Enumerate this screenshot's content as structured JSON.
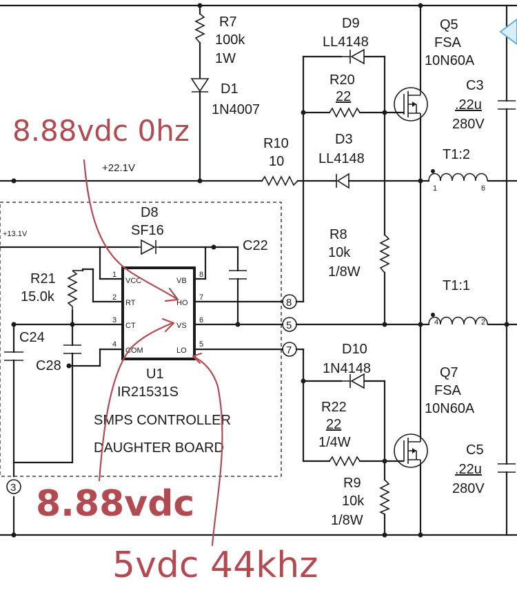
{
  "colors": {
    "wire": "#1a1a1a",
    "annotation": "#b24a52",
    "accent": "#5bb0e0"
  },
  "components": {
    "r7": [
      "R7",
      "100k",
      "1W"
    ],
    "d1": [
      "D1",
      "1N4007"
    ],
    "d9": [
      "D9",
      "LL4148"
    ],
    "r20": [
      "R20",
      "22"
    ],
    "q5": [
      "Q5",
      "FSA",
      "10N60A"
    ],
    "c3": [
      "C3",
      ".22u",
      "280V"
    ],
    "r10": [
      "R10",
      "10"
    ],
    "d3": [
      "D3",
      "LL4148"
    ],
    "t12": "T1:2",
    "t11": "T1:1",
    "r8": [
      "R8",
      "10k",
      "1/8W"
    ],
    "d8": [
      "D8",
      "SF16"
    ],
    "c22": "C22",
    "r21": [
      "R21",
      "15.0k"
    ],
    "c24": "C24",
    "c28": "C28",
    "u1": [
      "U1",
      "IR21531S"
    ],
    "daughter": [
      "SMPS CONTROLLER",
      "DAUGHTER BOARD"
    ],
    "d10": [
      "D10",
      "1N4148"
    ],
    "r22": [
      "R22",
      "22",
      "1/4W"
    ],
    "q7": [
      "Q7",
      "FSA",
      "10N60A"
    ],
    "c5": [
      "C5",
      ".22u",
      "280V"
    ],
    "r9": [
      "R9",
      "10k",
      "1/8W"
    ]
  },
  "nets": {
    "v221": "+22.1V",
    "v131": "+13.1V"
  },
  "ic_pins": {
    "left": [
      {
        "num": "1",
        "name": "VCC"
      },
      {
        "num": "2",
        "name": "RT"
      },
      {
        "num": "3",
        "name": "CT"
      },
      {
        "num": "4",
        "name": "COM"
      }
    ],
    "right": [
      {
        "num": "8",
        "name": "VB"
      },
      {
        "num": "7",
        "name": "HO"
      },
      {
        "num": "6",
        "name": "VS"
      },
      {
        "num": "5",
        "name": "LO"
      }
    ]
  },
  "connectors": [
    "8",
    "5",
    "7",
    "3"
  ],
  "transformer_pins": {
    "t12": [
      "1",
      "6"
    ],
    "t11": [
      "4",
      "2"
    ]
  },
  "annotations": {
    "vb": "8.88vdc 0hz",
    "vs": "8.88vdc",
    "lo": "5vdc 44khz"
  }
}
